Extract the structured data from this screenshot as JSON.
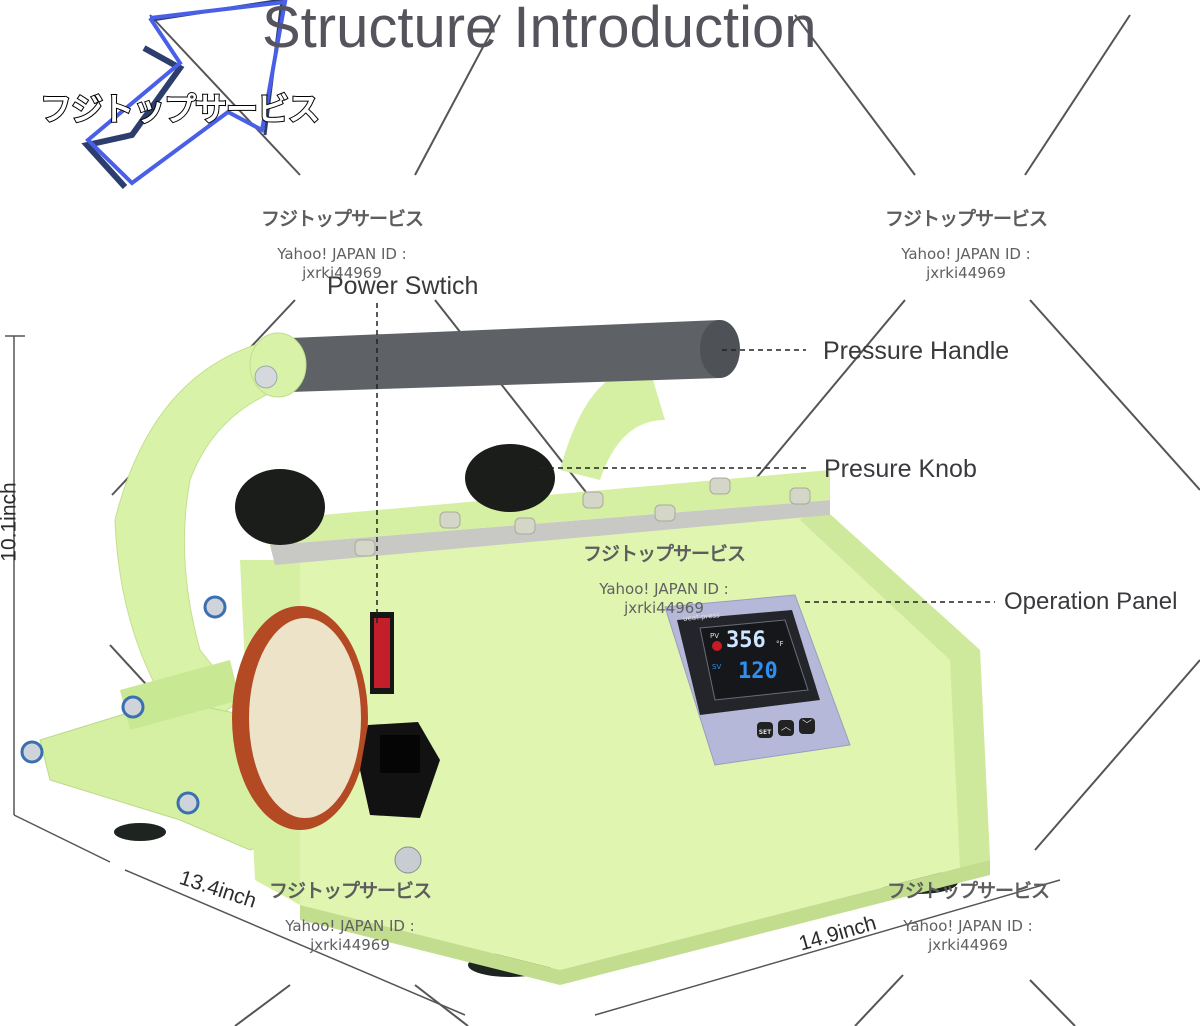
{
  "title": "Structure Introduction",
  "shop_logo": "フジトップサービス",
  "callouts": {
    "power_switch": "Power Swtich",
    "pressure_handle": "Pressure Handle",
    "pressure_knob": "Presure Knob",
    "operation_panel": "Operation Panel"
  },
  "dimensions": {
    "height": "10.1inch",
    "depth": "13.4inch",
    "width": "14.9inch"
  },
  "watermark": {
    "name": "フジトップサービス",
    "id_label": "Yahoo! JAPAN ID :",
    "id_value": "jxrki44969"
  },
  "control_panel": {
    "brand": "ueat.press",
    "pv_label": "PV",
    "pv_value": "356",
    "sv_label": "SV",
    "sv_value": "120",
    "unit": "°F",
    "buttons": [
      "SET",
      "up",
      "down"
    ]
  },
  "colors": {
    "body_green": "#dff5b0",
    "handle_gray": "#5e6266",
    "title_gray": "#55545d",
    "logo_blue": "#4a5fe8",
    "heater_orange": "#b44a24"
  }
}
